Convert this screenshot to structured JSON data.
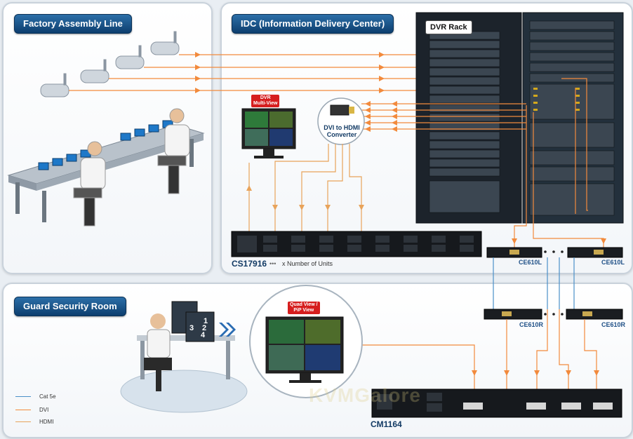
{
  "panels": {
    "factory": {
      "title": "Factory Assembly Line"
    },
    "idc": {
      "title": "IDC (Information Delivery Center)"
    },
    "guard": {
      "title": "Guard Security Room"
    }
  },
  "dvr_rack": {
    "label": "DVR Rack"
  },
  "dvr_multiview": {
    "label_line1": "DVR",
    "label_line2": "Multi-View"
  },
  "converter": {
    "label_line1": "DVI to HDMI",
    "label_line2": "Converter"
  },
  "devices": {
    "cs17916": {
      "model": "CS17916",
      "note": "x Number of Units"
    },
    "ce610l_left": {
      "model": "CE610L"
    },
    "ce610l_right": {
      "model": "CE610L"
    },
    "ce610r_left": {
      "model": "CE610R"
    },
    "ce610r_right": {
      "model": "CE610R"
    },
    "cm1164": {
      "model": "CM1164"
    }
  },
  "quad_view": {
    "label_line1": "Quad View /",
    "label_line2": "PiP View"
  },
  "workstation_screen_numbers": [
    "1",
    "2",
    "3",
    "4"
  ],
  "legend": [
    {
      "label": "Cat 5e",
      "color": "#4a90c8"
    },
    {
      "label": "DVI",
      "color": "#f28a3c"
    },
    {
      "label": "HDMI",
      "color": "#e8a35a"
    }
  ],
  "watermark": "KVMGalore",
  "colors": {
    "cat5e": "#4a90c8",
    "dvi": "#f28a3c",
    "hdmi": "#e8a35a",
    "panel_title": "#0d3e6e"
  }
}
